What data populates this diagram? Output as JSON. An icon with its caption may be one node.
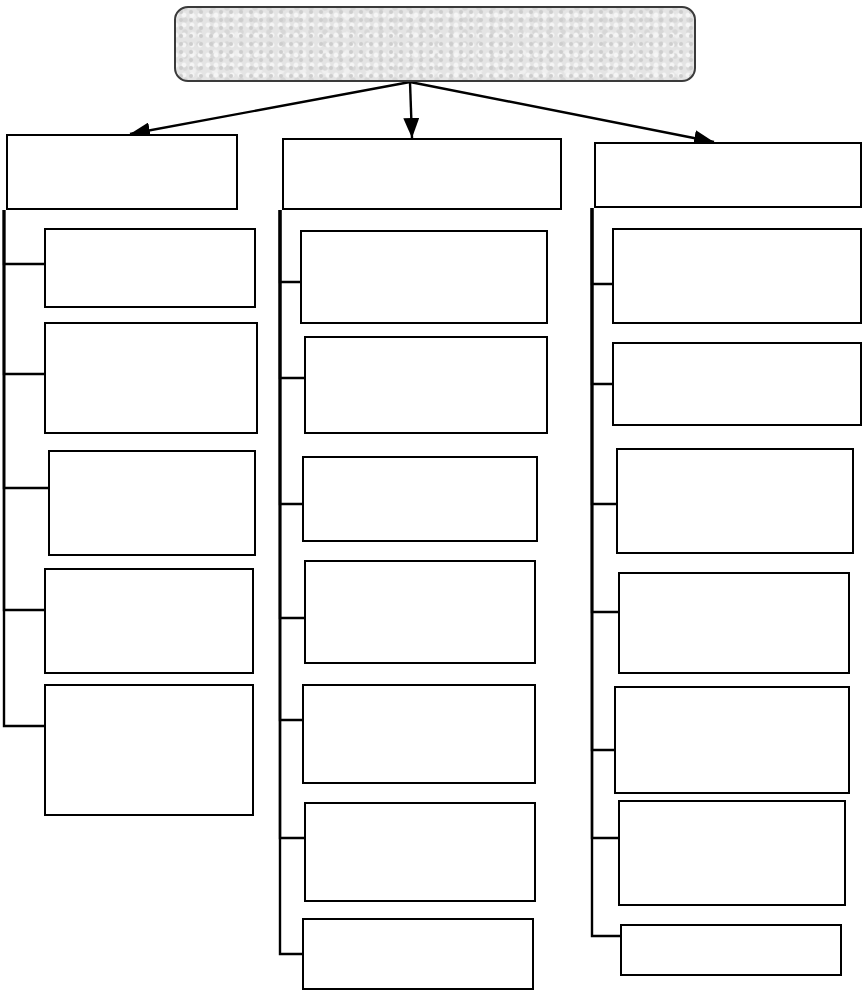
{
  "diagram": {
    "nodes": [
      {
        "text": [],
        "shape": "box"
      },
      {
        "text": [],
        "shape": "box"
      },
      {
        "text": [],
        "shape": "box"
      },
      {
        "text": [],
        "shape": "box"
      },
      {
        "text": [],
        "shape": "box"
      },
      {
        "text": [],
        "shape": "box"
      },
      {
        "text": [],
        "shape": "box"
      },
      {
        "text": [],
        "shape": "box"
      },
      {
        "text": [],
        "shape": "box"
      },
      {
        "text": [],
        "shape": "box"
      },
      {
        "text": [],
        "shape": "box"
      },
      {
        "text": [],
        "shape": "box"
      },
      {
        "text": [],
        "shape": "box"
      },
      {
        "text": [],
        "shape": "box"
      },
      {
        "text": [],
        "shape": "box"
      },
      {
        "text": [],
        "shape": "box"
      },
      {
        "text": [],
        "shape": "box"
      },
      {
        "text": [],
        "shape": "box"
      },
      {
        "text": [],
        "shape": "box"
      },
      {
        "text": [],
        "shape": "box"
      },
      {
        "text": [],
        "shape": "box"
      },
      {
        "text": [],
        "shape": "box"
      },
      {
        "text": [],
        "shape": "box"
      }
    ],
    "edges": [
      {
        "from": 0,
        "to": 1,
        "arrow": "to"
      },
      {
        "from": 0,
        "to": 2,
        "arrow": "to"
      },
      {
        "from": 0,
        "to": 3,
        "arrow": "to"
      },
      {
        "from": 1,
        "to": 4,
        "arrow": "none"
      },
      {
        "from": 1,
        "to": 5,
        "arrow": "none"
      },
      {
        "from": 1,
        "to": 6,
        "arrow": "none"
      },
      {
        "from": 1,
        "to": 7,
        "arrow": "none"
      },
      {
        "from": 1,
        "to": 8,
        "arrow": "none"
      },
      {
        "from": 2,
        "to": 9,
        "arrow": "none"
      },
      {
        "from": 2,
        "to": 10,
        "arrow": "none"
      },
      {
        "from": 2,
        "to": 11,
        "arrow": "none"
      },
      {
        "from": 2,
        "to": 12,
        "arrow": "none"
      },
      {
        "from": 2,
        "to": 13,
        "arrow": "none"
      },
      {
        "from": 2,
        "to": 14,
        "arrow": "none"
      },
      {
        "from": 2,
        "to": 15,
        "arrow": "none"
      },
      {
        "from": 3,
        "to": 16,
        "arrow": "none"
      },
      {
        "from": 3,
        "to": 17,
        "arrow": "none"
      },
      {
        "from": 3,
        "to": 18,
        "arrow": "none"
      },
      {
        "from": 3,
        "to": 19,
        "arrow": "none"
      },
      {
        "from": 3,
        "to": 20,
        "arrow": "none"
      },
      {
        "from": 3,
        "to": 21,
        "arrow": "none"
      },
      {
        "from": 3,
        "to": 22,
        "arrow": "none"
      }
    ]
  }
}
